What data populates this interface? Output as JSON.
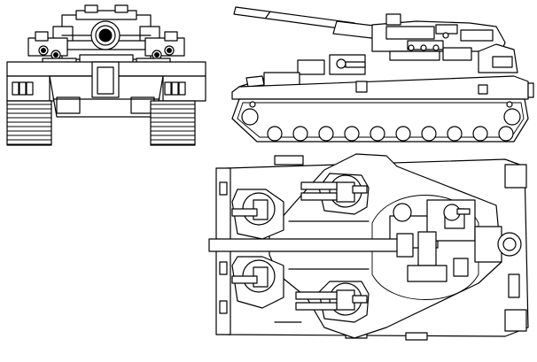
{
  "drawing": {
    "subject": "tank-blueprint",
    "views": [
      "front-view",
      "side-view",
      "top-view"
    ],
    "line_color": "#000000",
    "background_color": "#ffffff"
  }
}
